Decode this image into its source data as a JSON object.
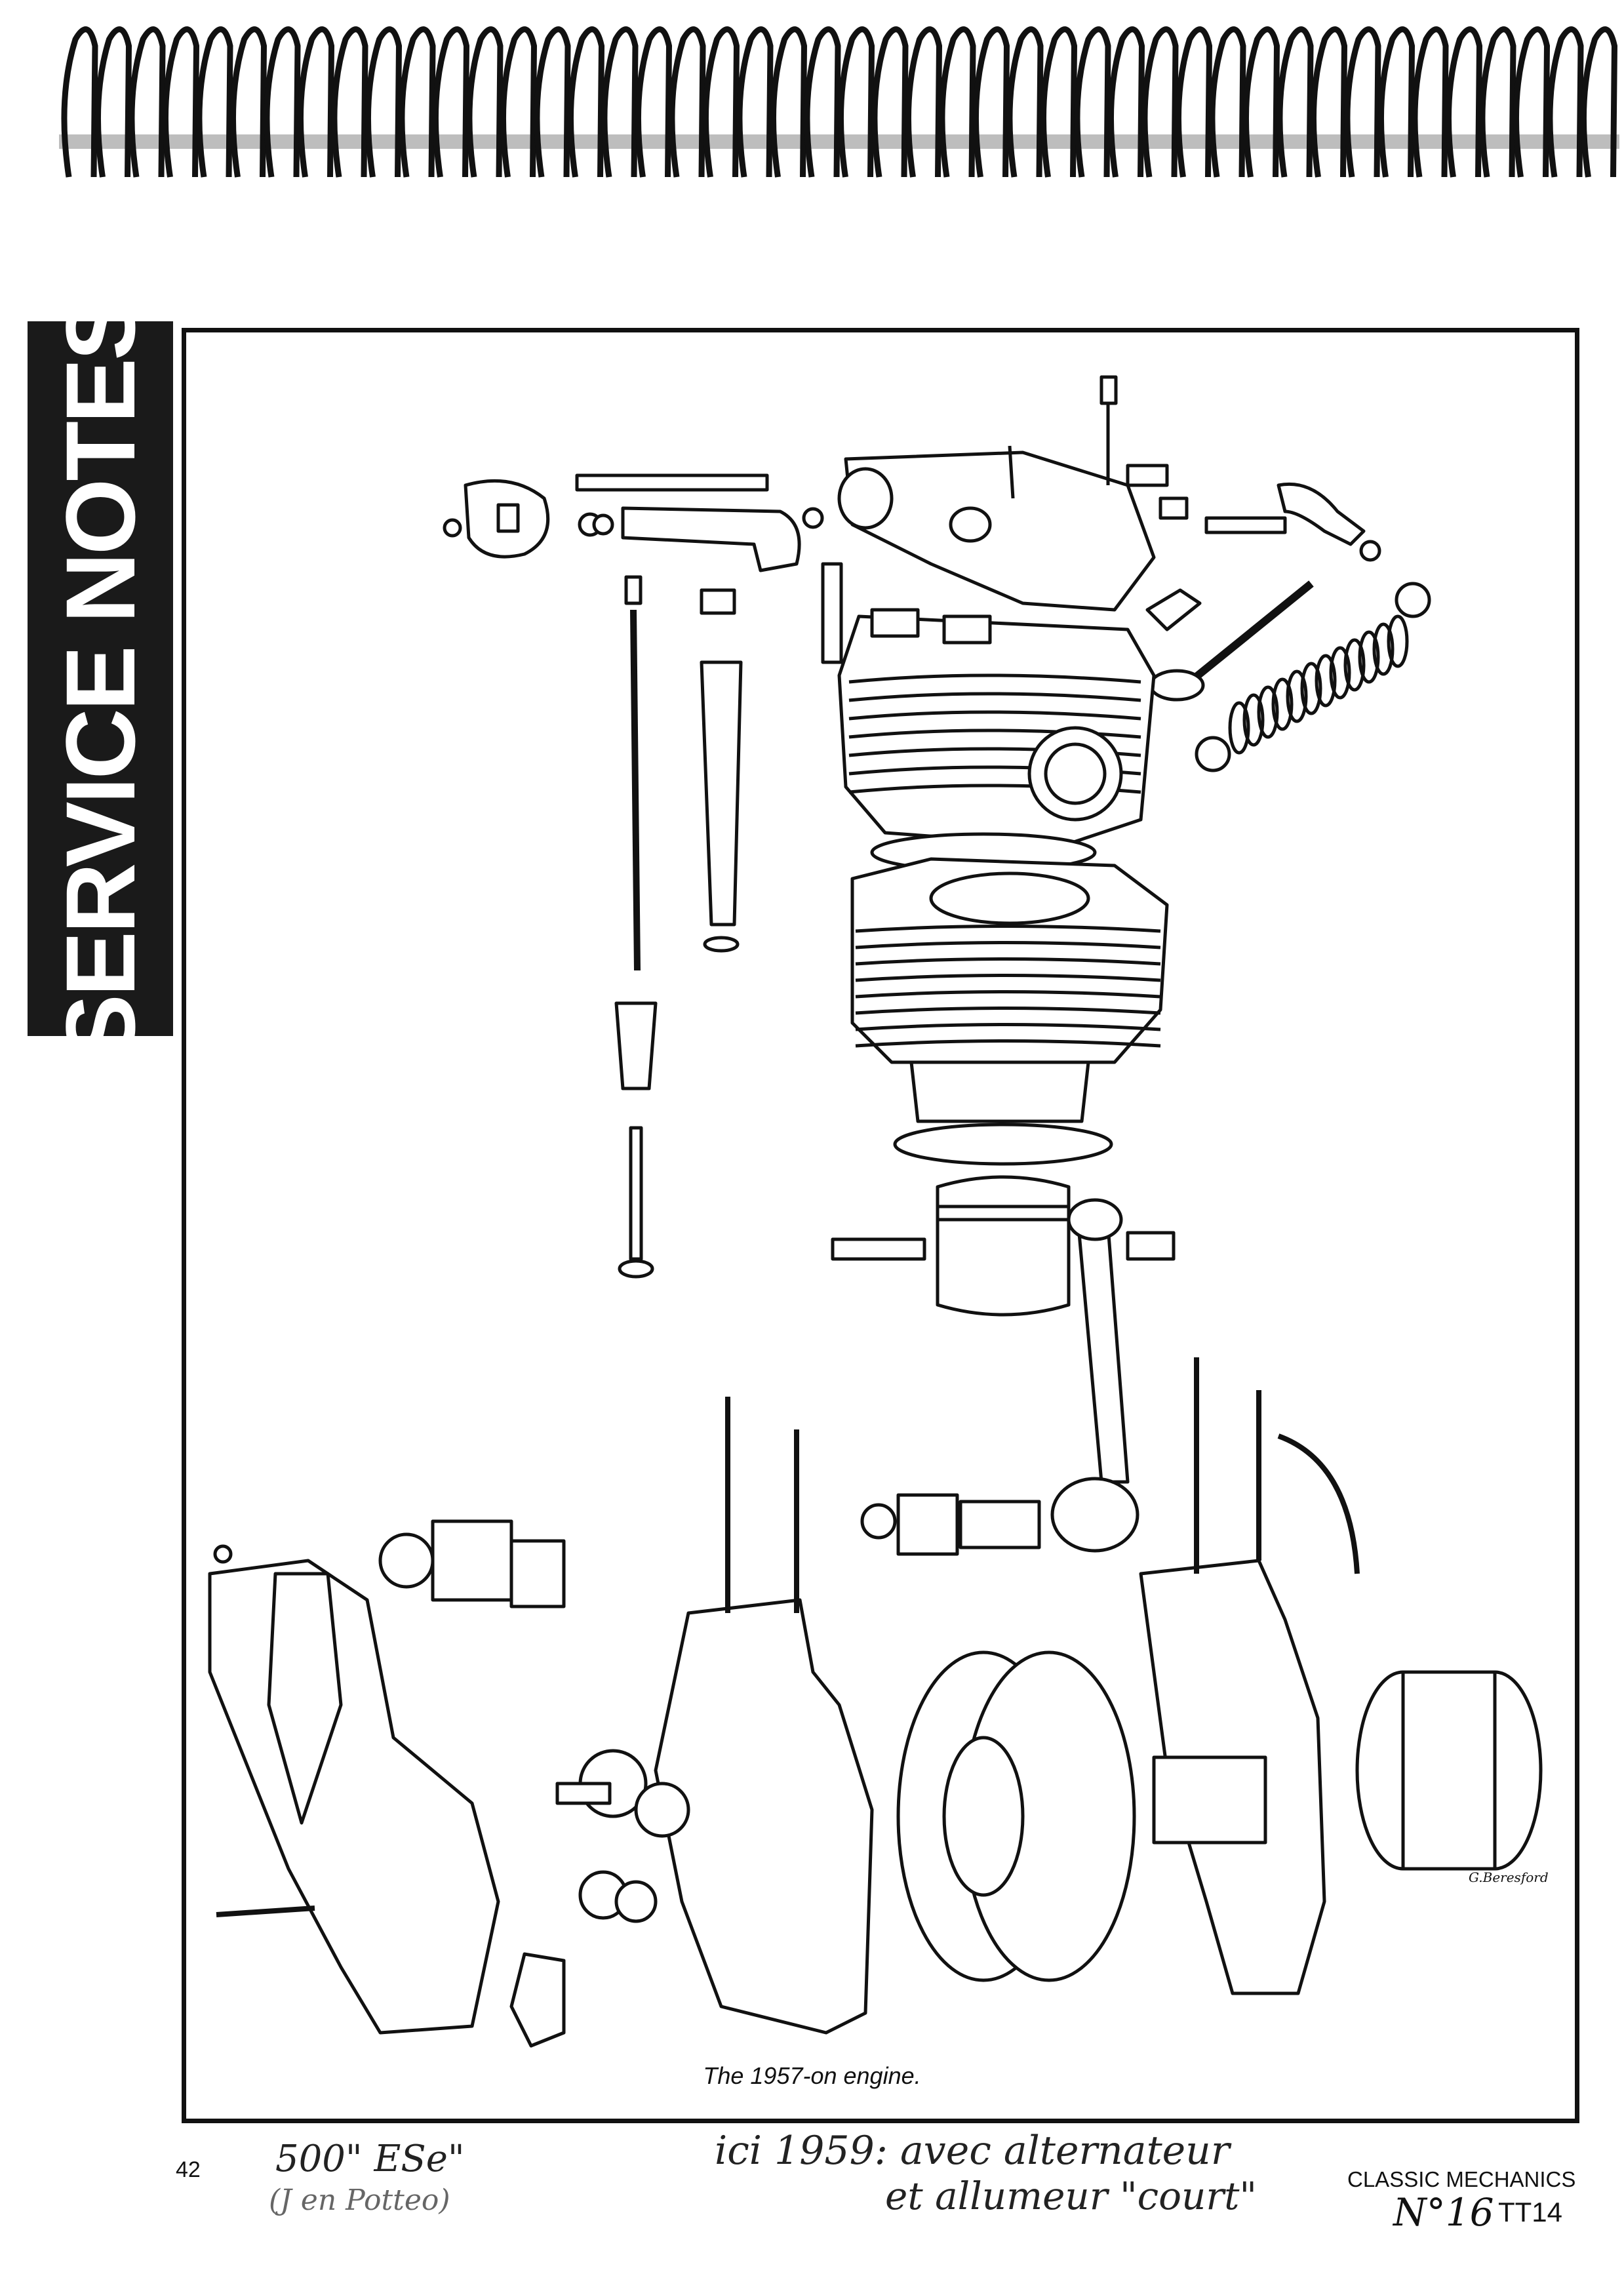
{
  "side_banner": "SERVICE NOTES",
  "figure": {
    "caption": "The 1957-on engine.",
    "artist_signature": "G.Beresford"
  },
  "footer": {
    "page_number": "42",
    "publication": "CLASSIC MECHANICS",
    "issue": "N°16",
    "code": "TT14"
  },
  "handwritten": {
    "note_left": "500\" ESe\"",
    "note_left_sub": "(J en Potteo)",
    "note_center_line1": "ici 1959: avec alternateur",
    "note_center_line2": "et allumeur \"court\""
  }
}
